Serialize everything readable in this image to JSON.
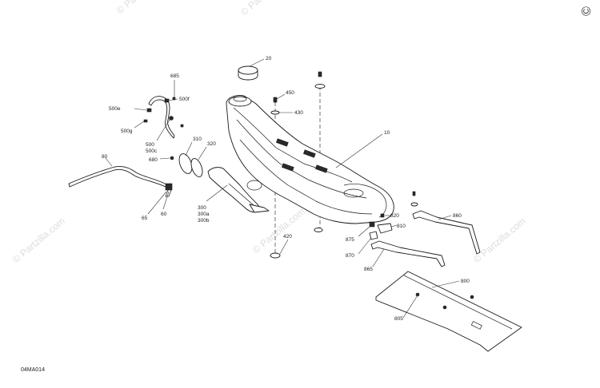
{
  "watermark": "© Partzilla.com",
  "corner_symbol": "© P",
  "figure_code": "04MA014",
  "callouts": {
    "c20": "20",
    "c450": "450",
    "c430": "430",
    "c10": "10",
    "c685": "685",
    "c500e": "500e",
    "c500f": "500f",
    "c500g": "500g",
    "c500": "500",
    "c500c": "500c",
    "c310": "310",
    "c320": "320",
    "c680": "680",
    "c80": "80",
    "c65": "65",
    "c60": "60",
    "c300": "300",
    "c300a": "300a",
    "c300b": "300b",
    "c420": "420",
    "c820": "820",
    "c810": "810",
    "c875": "875",
    "c870": "870",
    "c865": "865",
    "c860": "860",
    "c800": "800",
    "c805": "805"
  }
}
